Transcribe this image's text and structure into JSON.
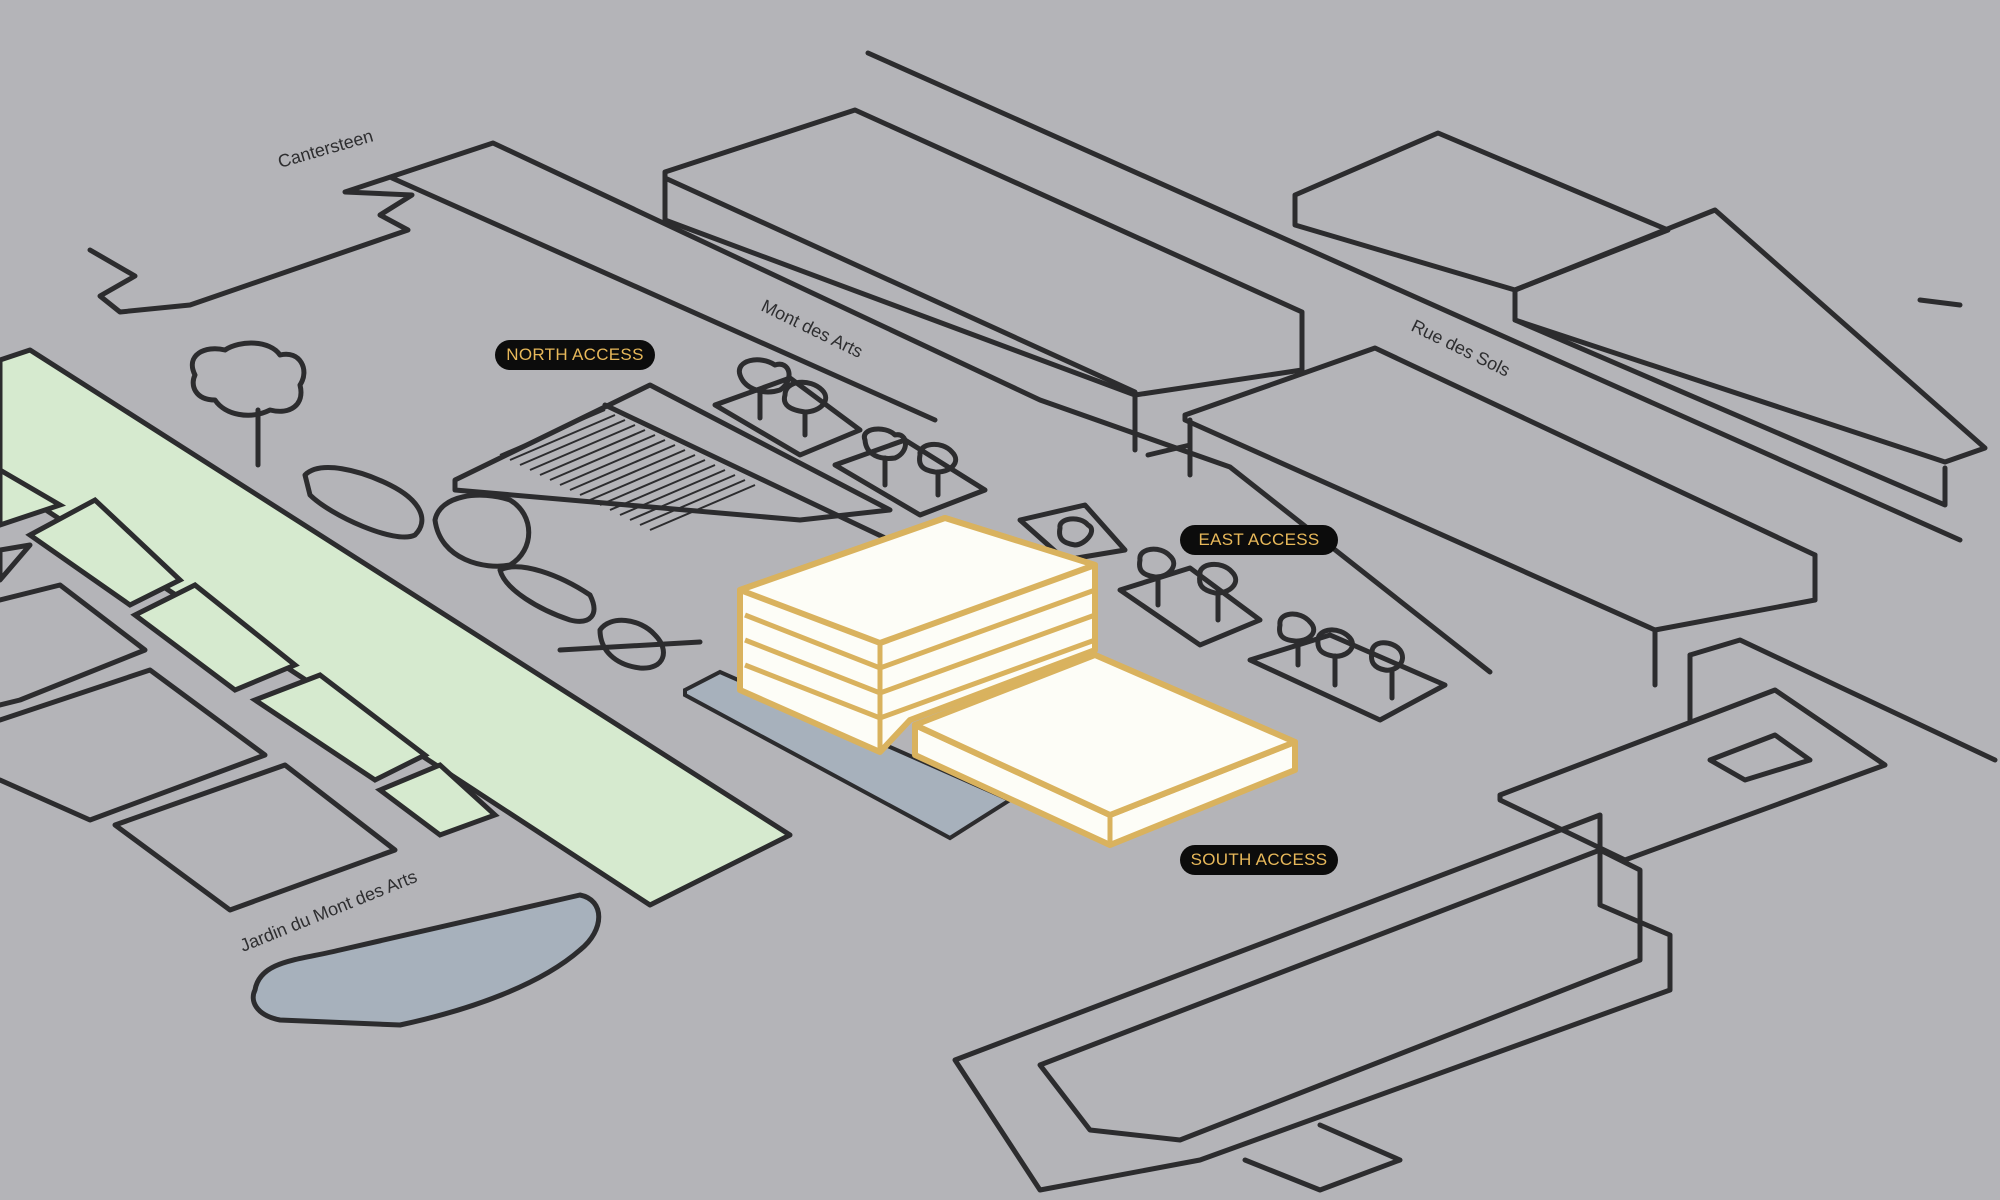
{
  "streets": {
    "cantersteen": "Cantersteen",
    "mont_des_arts": "Mont des Arts",
    "rue_des_sols": "Rue des Sols",
    "jardin": "Jardin du Mont des Arts"
  },
  "access_labels": {
    "north": "NORTH ACCESS",
    "east": "EAST ACCESS",
    "south": "SOUTH ACCESS"
  },
  "colors": {
    "background": "#b4b4b8",
    "line": "#2c2c2e",
    "lawn": "#d6eacf",
    "water": "#a7b1bc",
    "building_fill": "#fdfdf7",
    "building_outline": "#d9b25e",
    "label_bg": "#0c0c0c",
    "label_text": "#e7b85a"
  }
}
